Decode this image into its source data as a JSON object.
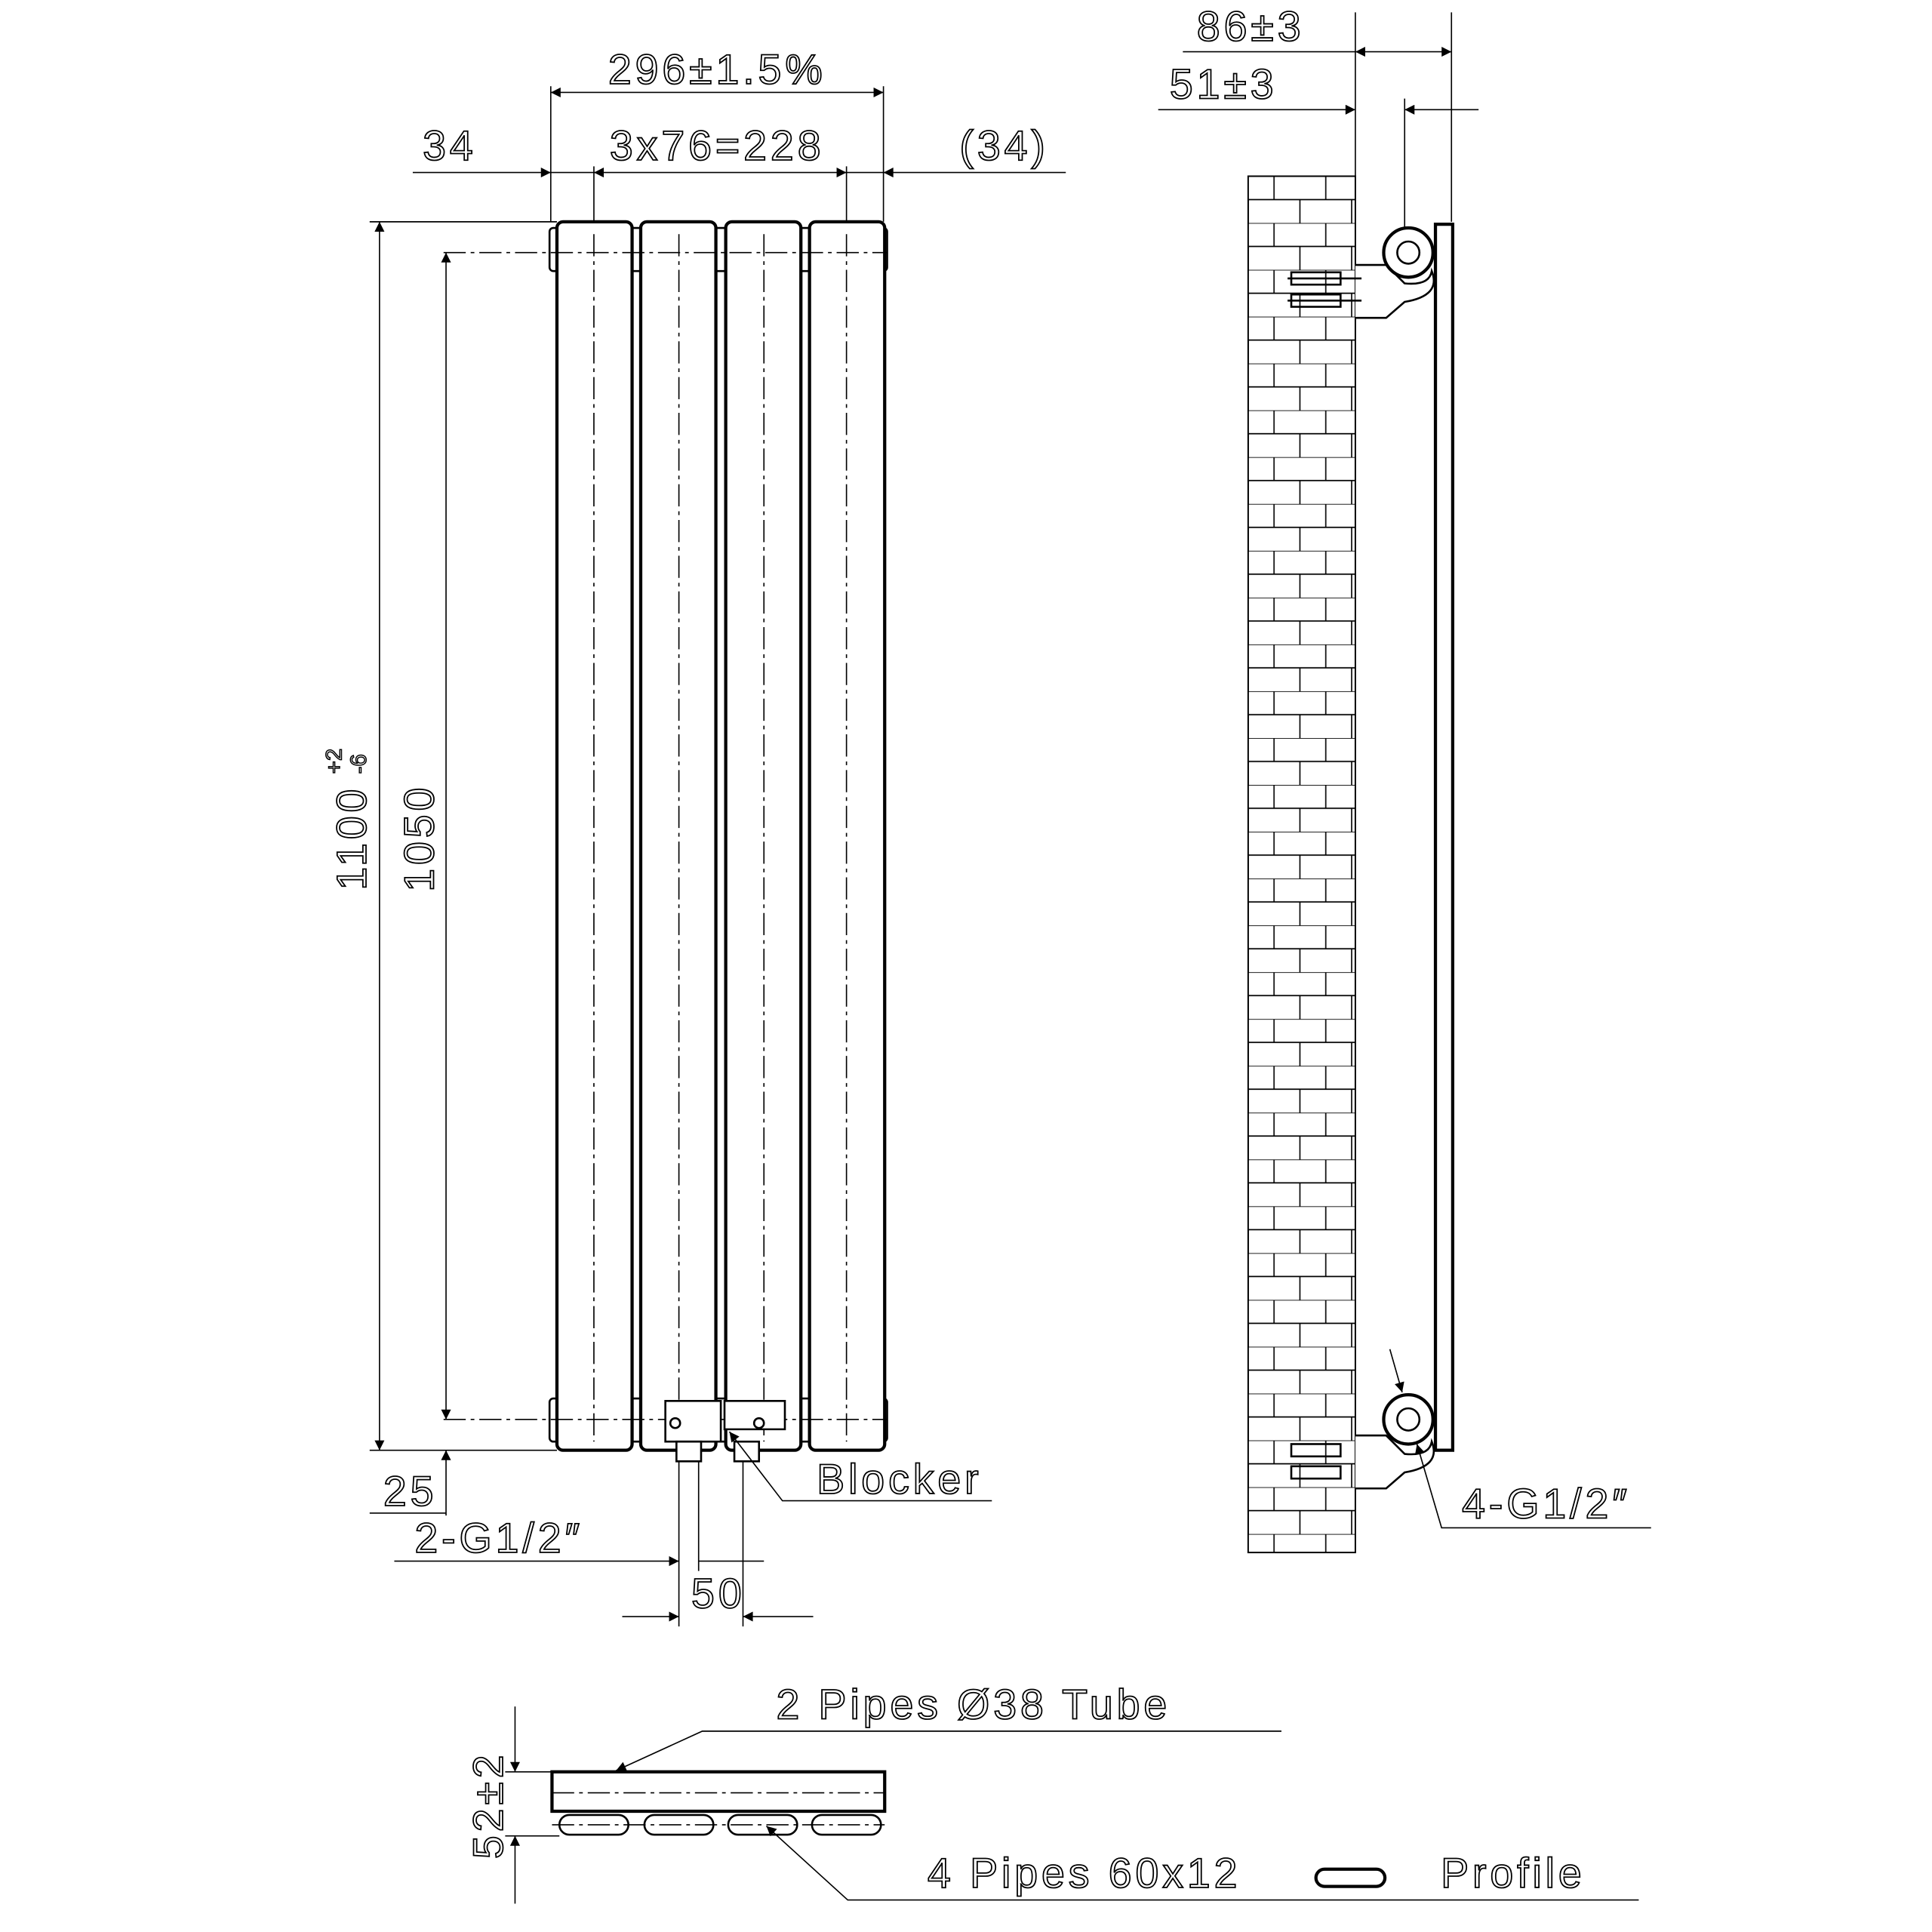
{
  "front_view": {
    "overall_width": "296±1.5%",
    "left_margin": "34",
    "pitch": "3x76=228",
    "right_margin": "(34)",
    "height": "1100",
    "height_tol_upper": "+2",
    "height_tol_lower": "-6",
    "centers": "1050",
    "bottom_offset": "25",
    "connections": "2-G1/2″",
    "connection_spacing": "50",
    "blocker_label": "Blocker"
  },
  "side_view": {
    "depth_total": "86±3",
    "wall_gap": "51±3",
    "side_connections": "4-G1/2″"
  },
  "plan_view": {
    "tube_label": "2 Pipes Ø38 Tube",
    "depth": "52±2",
    "profile_label_prefix": "4 Pipes 60x12",
    "profile_label_suffix": "Profile",
    "profile_icon": "rounded-oval-profile-icon"
  },
  "colors": {
    "line": "#000000",
    "background": "#ffffff"
  }
}
